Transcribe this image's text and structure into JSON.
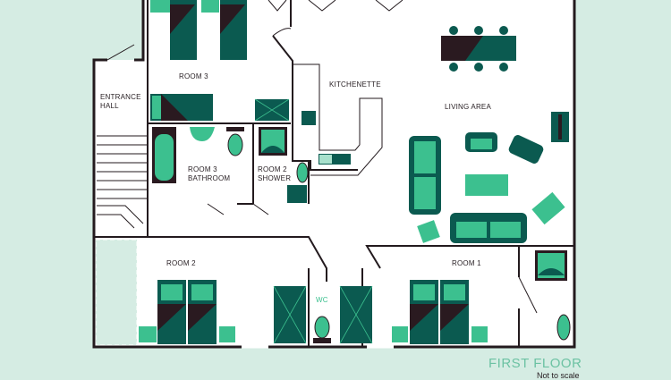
{
  "rooms": {
    "room3": "ROOM 3",
    "entrance_hall": "ENTRANCE HALL",
    "kitchenette": "KITCHENETTE",
    "living_area": "LIVING AREA",
    "room3_bathroom": "ROOM 3 BATHROOM",
    "room2_shower": "ROOM 2 SHOWER",
    "room2": "ROOM 2",
    "room1": "ROOM 1",
    "wc": "WC"
  },
  "floor_title": "FIRST FLOOR",
  "note": "Not to scale",
  "colors": {
    "background": "#d5ece3",
    "wall": "#231a1e",
    "dark_teal": "#0b5a50",
    "light_green": "#3cc08f",
    "maroon": "#2a1a20"
  }
}
